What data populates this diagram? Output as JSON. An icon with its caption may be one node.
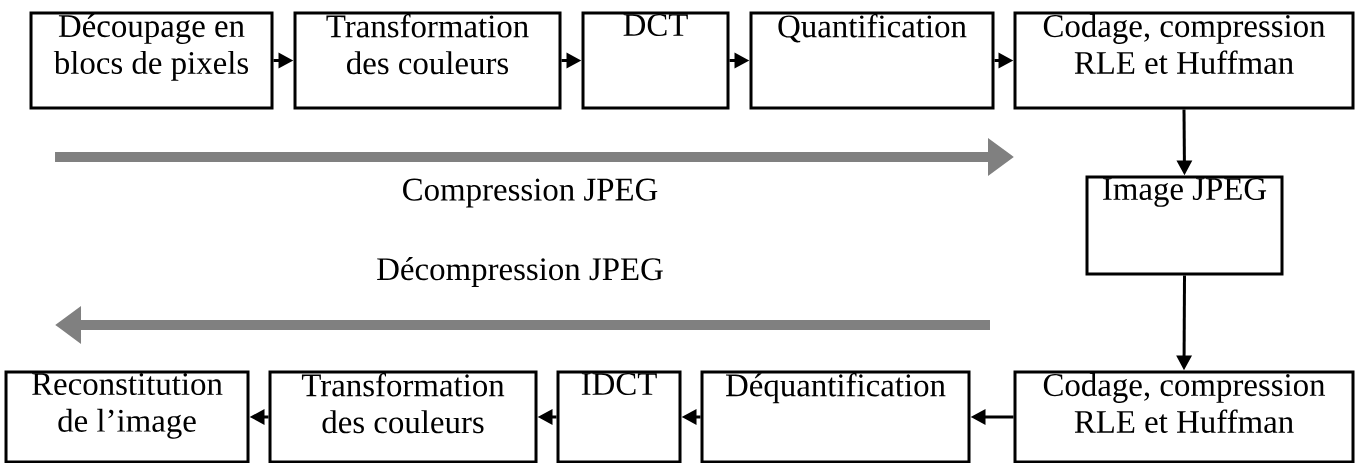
{
  "diagram": {
    "nodes": [
      {
        "text": [
          "Découpage en blocs de pixels"
        ]
      },
      {
        "text": [
          "Transformation des couleurs"
        ]
      },
      {
        "text": [
          "DCT"
        ]
      },
      {
        "text": [
          "Quantification"
        ]
      },
      {
        "text": [
          "Codage, compression RLE et Huffman"
        ]
      },
      {
        "text": [
          "Image JPEG"
        ]
      },
      {
        "text": [
          "Reconstitution de l’image"
        ]
      },
      {
        "text": [
          "Transformation des couleurs"
        ]
      },
      {
        "text": [
          "IDCT"
        ]
      },
      {
        "text": [
          "Déquantification"
        ]
      },
      {
        "text": [
          "Codage, compression RLE et Huffman"
        ]
      }
    ],
    "edges": [
      {
        "from": 0,
        "to": 1,
        "arrow": "to"
      },
      {
        "from": 1,
        "to": 2,
        "arrow": "to"
      },
      {
        "from": 2,
        "to": 3,
        "arrow": "to"
      },
      {
        "from": 3,
        "to": 4,
        "arrow": "to"
      },
      {
        "from": 4,
        "to": 5,
        "arrow": "to"
      },
      {
        "from": 5,
        "to": 10,
        "arrow": "to"
      },
      {
        "from": 10,
        "to": 9,
        "arrow": "to"
      },
      {
        "from": 9,
        "to": 8,
        "arrow": "to"
      },
      {
        "from": 8,
        "to": 7,
        "arrow": "to"
      },
      {
        "from": 7,
        "to": 6,
        "arrow": "to"
      }
    ],
    "labels": [
      "Compression JPEG",
      "Décompression JPEG"
    ]
  }
}
